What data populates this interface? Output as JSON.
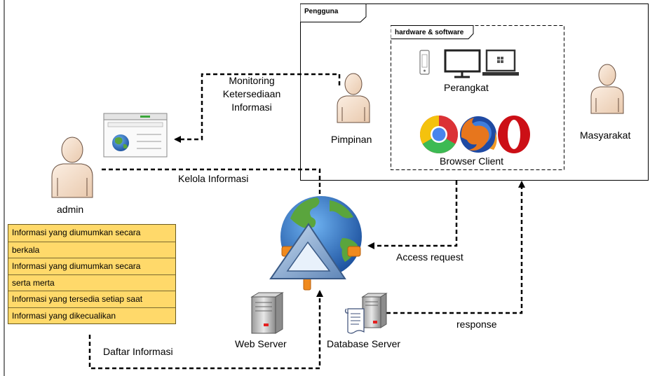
{
  "frames": {
    "pengguna": "Pengguna",
    "hardware_software": "hardware & software"
  },
  "actors": {
    "admin": "admin",
    "pimpinan": "Pimpinan",
    "masyarakat": "Masyarakat"
  },
  "devices": {
    "perangkat": "Perangkat",
    "browser_client": "Browser Client"
  },
  "servers": {
    "web": "Web Server",
    "database": "Database Server"
  },
  "flows": {
    "monitoring": [
      "Monitoring",
      "Ketersediaan",
      "Informasi"
    ],
    "kelola": "Kelola Informasi",
    "access_request": "Access request",
    "response": "response",
    "daftar": "Daftar Informasi"
  },
  "info_list": [
    "Informasi yang diumumkan secara",
    "berkala",
    "Informasi yang diumumkan secara",
    "serta merta",
    "Informasi yang tersedia setiap saat",
    "Informasi yang dikecualikan"
  ],
  "colors": {
    "info_fill": "#ffd96a",
    "person_fill": "#f6e3d2",
    "globe_land": "#5aa53d",
    "globe_sea": "#2a6fc4",
    "server_led": "#e52020"
  },
  "icons": [
    "person-icon",
    "browser-window-icon",
    "globe-icon",
    "server-icon",
    "chrome-icon",
    "firefox-icon",
    "opera-icon",
    "monitor-icon",
    "laptop-icon",
    "phone-icon",
    "document-icon"
  ]
}
